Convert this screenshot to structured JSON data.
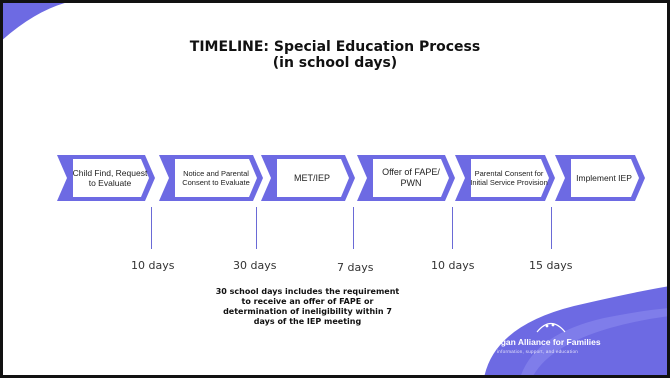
{
  "title": {
    "line1": "TIMELINE: Special Education Process",
    "line2": "(in school days)"
  },
  "steps": [
    {
      "label": "Child Find, Request to Evaluate"
    },
    {
      "label": "Notice and Parental Consent to Evaluate"
    },
    {
      "label": "MET/IEP"
    },
    {
      "label": "Offer of FAPE/ PWN"
    },
    {
      "label": "Parental Consent for Initial Service Provision"
    },
    {
      "label": "Implement IEP"
    }
  ],
  "intervals": [
    "10 days",
    "30 days",
    "7 days",
    "10 days",
    "15 days"
  ],
  "note": "30 school days includes the requirement to receive an offer of FAPE or determination of ineligibility within 7 days of the IEP meeting",
  "logo": {
    "name": "Michigan Alliance for Families",
    "tagline": "information, support, and education"
  },
  "colors": {
    "accent": "#6a67e0",
    "chevron_fill": "#6d6ae3",
    "chevron_body": "#ffffff"
  }
}
